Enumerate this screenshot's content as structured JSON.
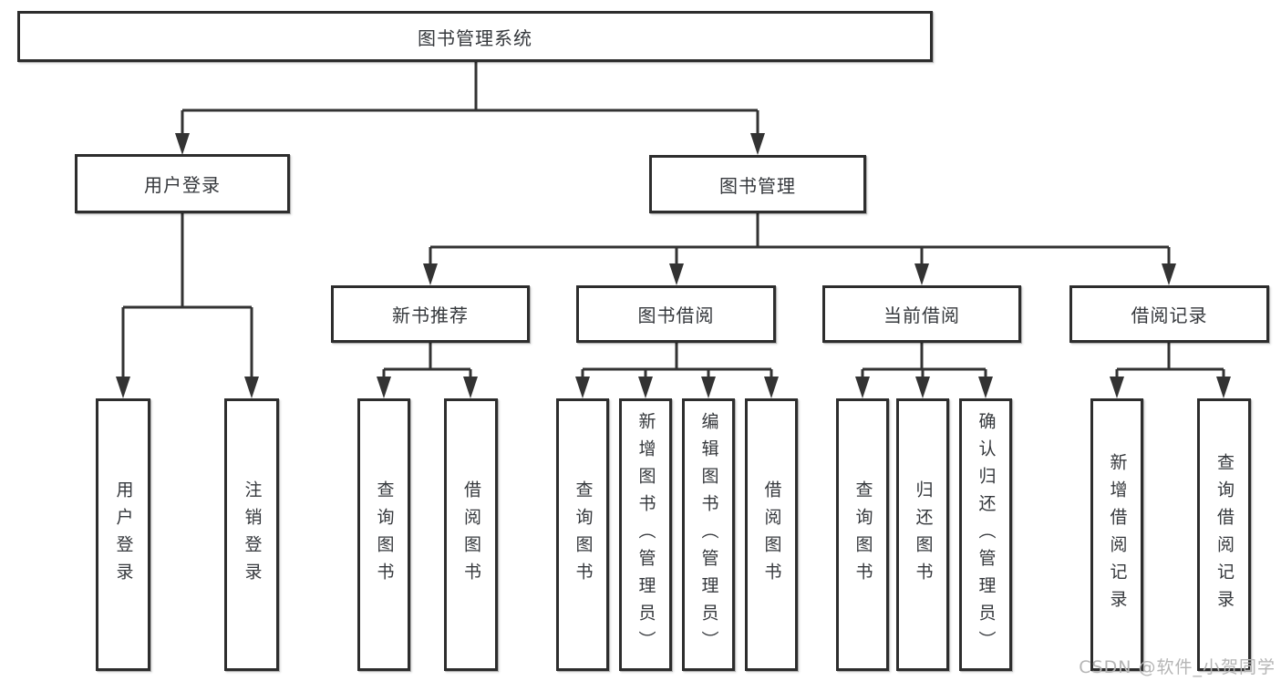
{
  "diagram": {
    "nodes": {
      "root": {
        "label": "图书管理系统"
      },
      "user_login": {
        "label": "用户登录"
      },
      "book_mgmt": {
        "label": "图书管理"
      },
      "new_book_rec": {
        "label": "新书推荐"
      },
      "book_borrow": {
        "label": "图书借阅"
      },
      "current_borrow": {
        "label": "当前借阅"
      },
      "borrow_record": {
        "label": "借阅记录"
      },
      "leaf_user_login": {
        "label": "用户登录"
      },
      "leaf_logout": {
        "label": "注销登录"
      },
      "leaf_query_book_1": {
        "label": "查询图书"
      },
      "leaf_borrow_book_1": {
        "label": "借阅图书"
      },
      "leaf_query_book_2": {
        "label": "查询图书"
      },
      "leaf_add_book": {
        "label": "新增图书（管理员）"
      },
      "leaf_edit_book": {
        "label": "编辑图书（管理员）"
      },
      "leaf_borrow_book_2": {
        "label": "借阅图书"
      },
      "leaf_query_book_3": {
        "label": "查询图书"
      },
      "leaf_return_book": {
        "label": "归还图书"
      },
      "leaf_confirm_return": {
        "label": "确认归还（管理员）"
      },
      "leaf_add_record": {
        "label": "新增借阅记录"
      },
      "leaf_query_record": {
        "label": "查询借阅记录"
      }
    },
    "colors": {
      "line": "#333333",
      "border": "#2d2d2d",
      "text": "#35383c",
      "watermark_text_color": "#b5b5b5"
    },
    "watermark": "CSDN @软件_小贺同学"
  }
}
